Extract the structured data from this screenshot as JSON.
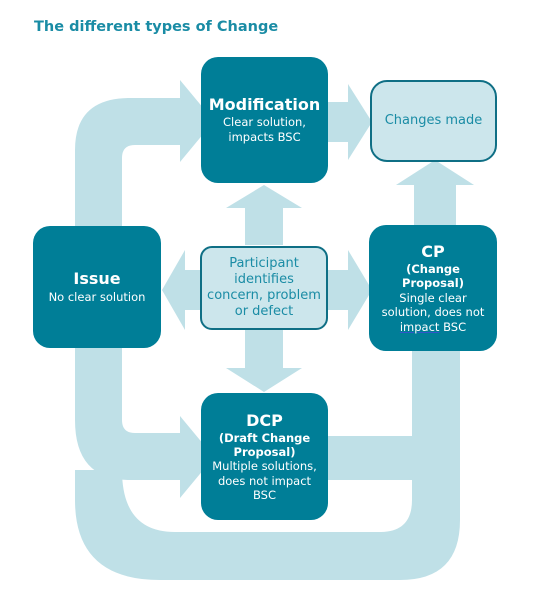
{
  "title": "The different types of Change",
  "colors": {
    "dark_box": "#007e97",
    "light_box": "#cce6ec",
    "arrow": "#bfe0e7",
    "title_text": "#1a8ca5"
  },
  "nodes": {
    "modification": {
      "heading": "Modification",
      "lines": [
        "Clear solution,",
        "impacts BSC"
      ]
    },
    "changes_made": {
      "text": "Changes made"
    },
    "issue": {
      "heading": "Issue",
      "lines": [
        "No clear solution"
      ]
    },
    "participant": {
      "lines": [
        "Participant",
        "identifies",
        "concern, problem",
        "or defect"
      ]
    },
    "cp": {
      "heading": "CP",
      "subheading": [
        "(Change",
        "Proposal)"
      ],
      "lines": [
        "Single clear",
        "solution,  does not",
        "impact",
        "BSC"
      ]
    },
    "dcp": {
      "heading": "DCP",
      "subheading": [
        "(Draft Change",
        "Proposal)"
      ],
      "lines": [
        "Multiple solutions,",
        "does not impact",
        "BSC"
      ]
    }
  }
}
